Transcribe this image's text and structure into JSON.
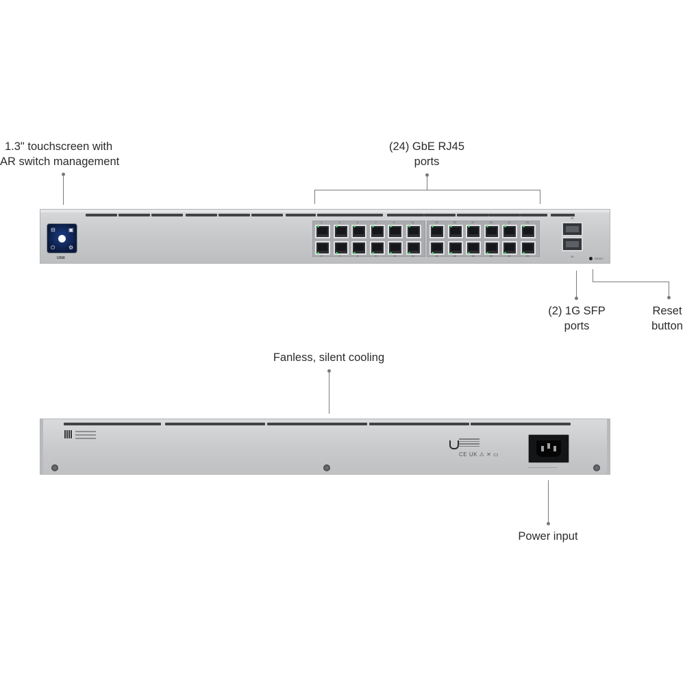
{
  "callouts": {
    "touchscreen": [
      "1.3\" touchscreen with",
      "AR switch management"
    ],
    "rj45": [
      "(24) GbE RJ45",
      "ports"
    ],
    "sfp": [
      "(2) 1G SFP",
      "ports"
    ],
    "reset": [
      "Reset",
      "button"
    ],
    "cooling": "Fanless, silent cooling",
    "power": "Power input"
  },
  "front_panel": {
    "model_label": "USW",
    "port_numbers_top": [
      "1",
      "2",
      "3",
      "4",
      "5",
      "6",
      "7",
      "8",
      "9",
      "10",
      "11",
      "12",
      "13",
      "14",
      "15",
      "16",
      "17",
      "18",
      "19",
      "20",
      "21",
      "22",
      "23",
      "24"
    ],
    "sfp_numbers": [
      "25",
      "26"
    ],
    "reset_label": "RESET"
  },
  "rear_panel": {
    "cert_marks": "CE UK ⚠ ✕ ▭"
  },
  "colors": {
    "led_green": "#49d86b",
    "screen_blue": "#1d3f8a",
    "chassis_gray": "#c6c7c9"
  }
}
